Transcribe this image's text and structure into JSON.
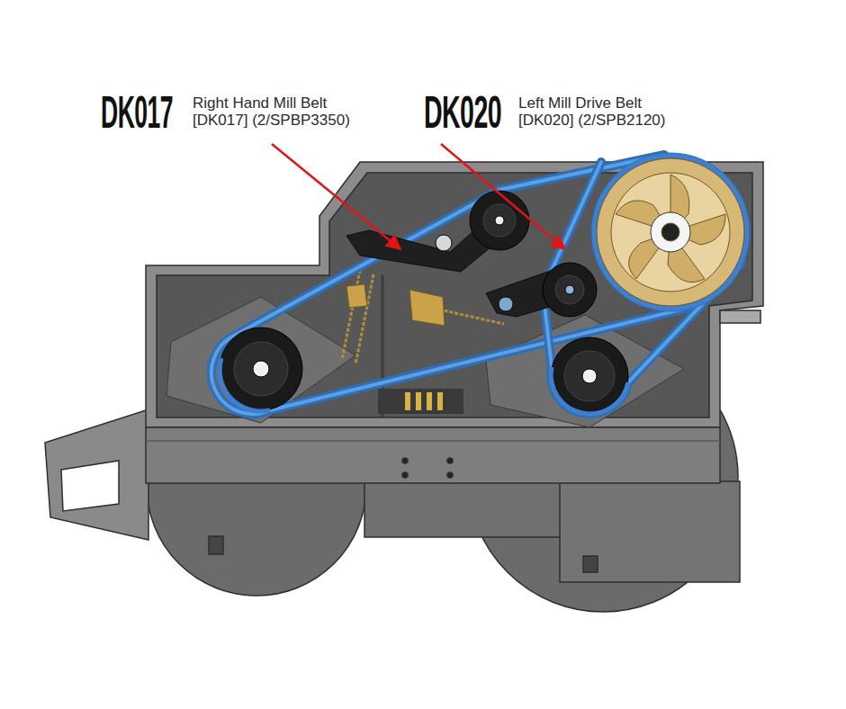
{
  "diagram": {
    "labels": [
      "DK017",
      "Right Hand Mill Belt",
      "[DK017] (2/SPBP3350)",
      "DK020",
      "Left Mill Drive Belt",
      "[DK020] (2/SPB2120)"
    ]
  }
}
